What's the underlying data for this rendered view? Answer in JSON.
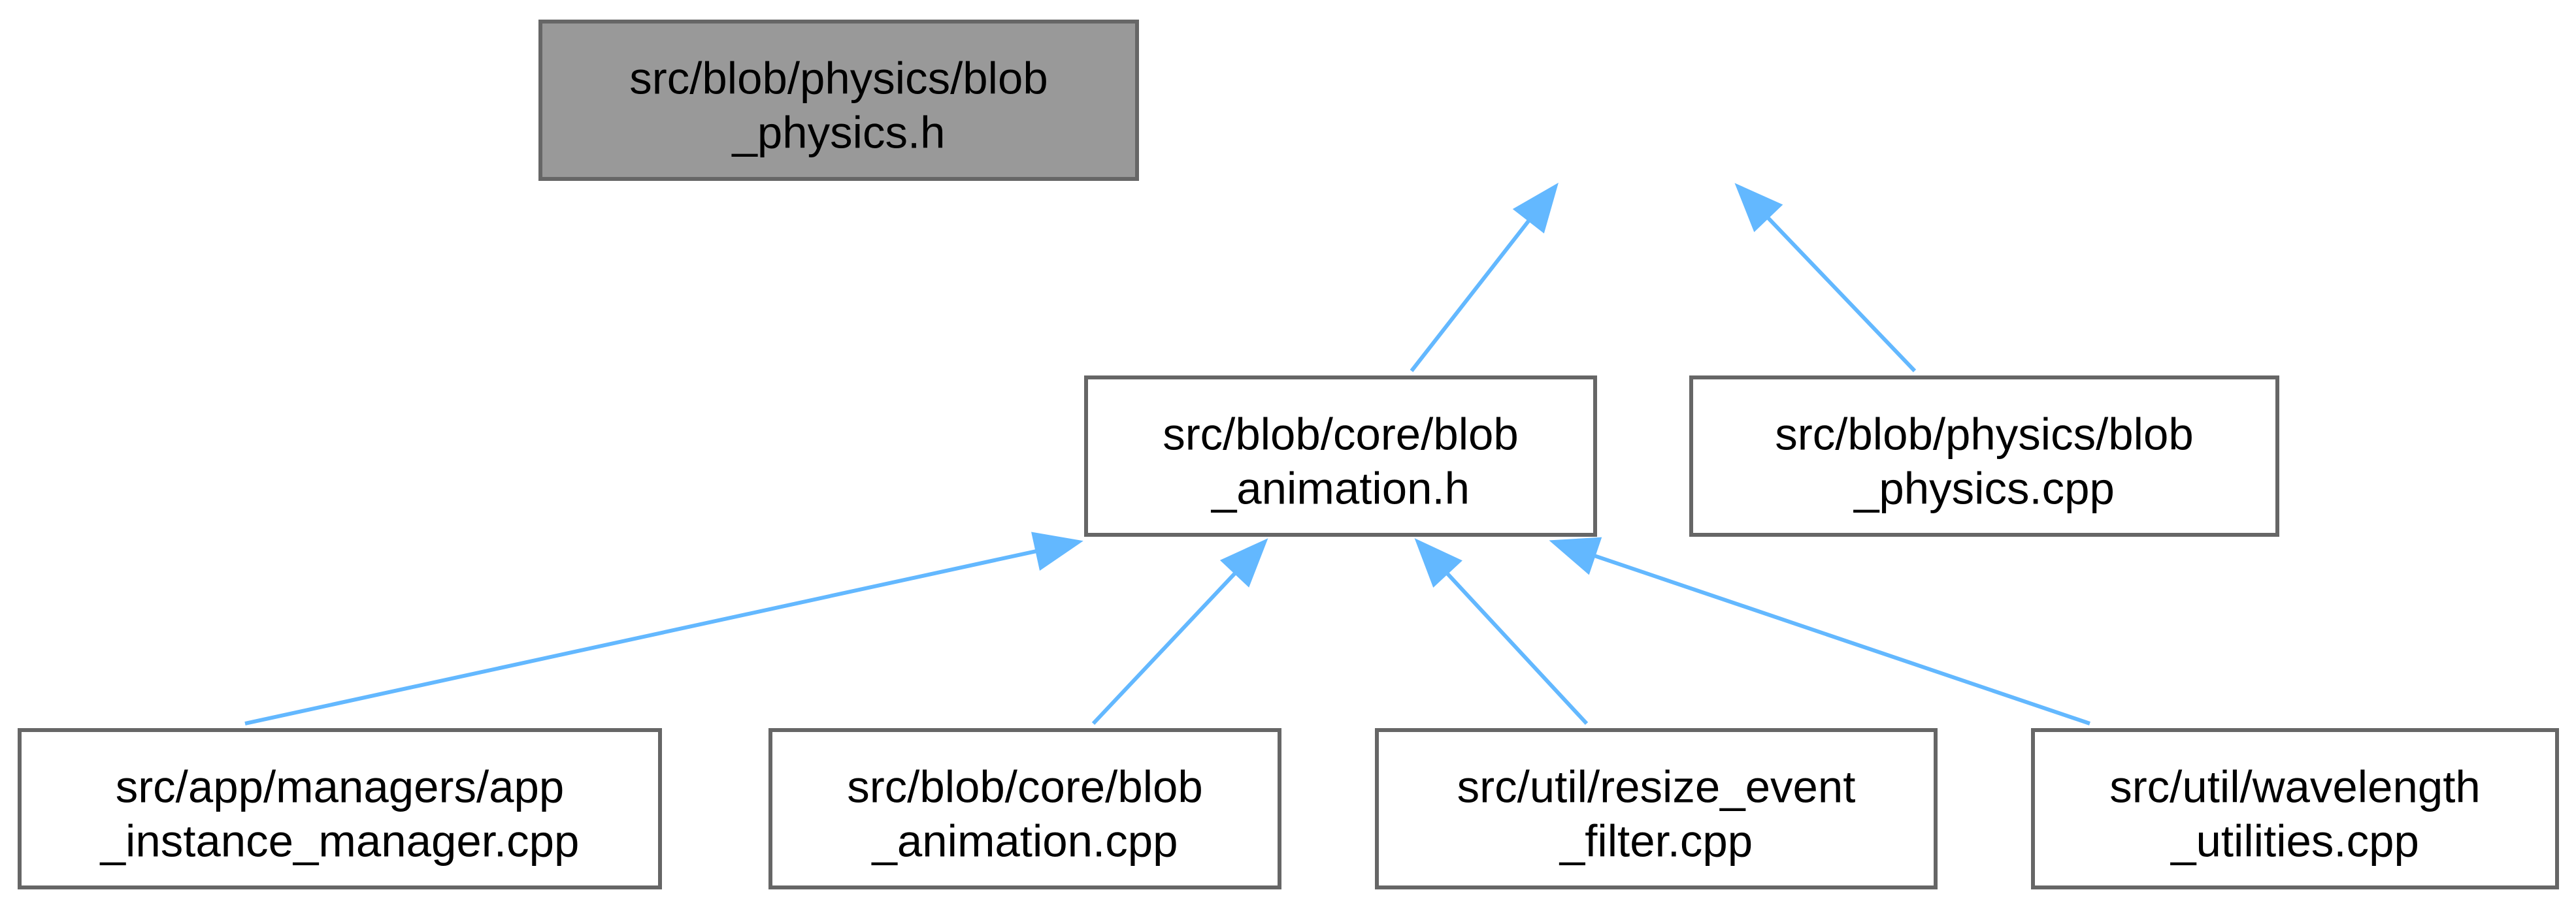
{
  "graph": {
    "nodes": [
      {
        "id": "blob_physics_h",
        "lines": [
          "src/blob/physics/blob",
          "_physics.h"
        ],
        "highlighted": true
      },
      {
        "id": "blob_animation_h",
        "lines": [
          "src/blob/core/blob",
          "_animation.h"
        ],
        "highlighted": false
      },
      {
        "id": "blob_physics_cpp",
        "lines": [
          "src/blob/physics/blob",
          "_physics.cpp"
        ],
        "highlighted": false
      },
      {
        "id": "app_instance_manager_cpp",
        "lines": [
          "src/app/managers/app",
          "_instance_manager.cpp"
        ],
        "highlighted": false
      },
      {
        "id": "blob_animation_cpp",
        "lines": [
          "src/blob/core/blob",
          "_animation.cpp"
        ],
        "highlighted": false
      },
      {
        "id": "resize_event_filter_cpp",
        "lines": [
          "src/util/resize_event",
          "_filter.cpp"
        ],
        "highlighted": false
      },
      {
        "id": "wavelength_utilities_cpp",
        "lines": [
          "src/util/wavelength",
          "_utilities.cpp"
        ],
        "highlighted": false
      }
    ],
    "edges": [
      {
        "from": "blob_animation_h",
        "to": "blob_physics_h"
      },
      {
        "from": "blob_physics_cpp",
        "to": "blob_physics_h"
      },
      {
        "from": "app_instance_manager_cpp",
        "to": "blob_animation_h"
      },
      {
        "from": "blob_animation_cpp",
        "to": "blob_animation_h"
      },
      {
        "from": "resize_event_filter_cpp",
        "to": "blob_animation_h"
      },
      {
        "from": "wavelength_utilities_cpp",
        "to": "blob_animation_h"
      }
    ],
    "colors": {
      "edge": "#63b8ff",
      "node_border": "#666666",
      "highlight_fill": "#999999",
      "node_fill": "#ffffff"
    }
  }
}
